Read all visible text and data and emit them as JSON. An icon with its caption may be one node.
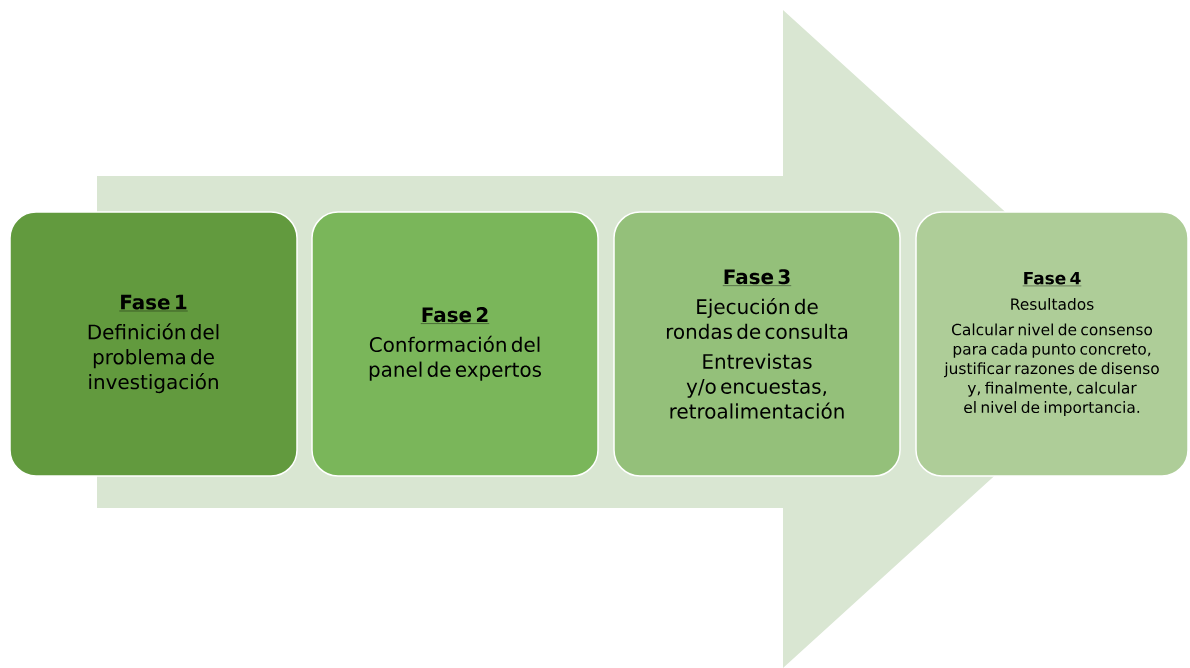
{
  "diagram": {
    "nodes": [
      {
        "text": [
          "Fase 1",
          "Definición del problema de investigación"
        ]
      },
      {
        "text": [
          "Fase 2",
          "Conformación del panel de expertos"
        ]
      },
      {
        "text": [
          "Fase 3",
          "Ejecución de rondas de consulta",
          "Entrevistas y/o encuestas, retroalimentación"
        ]
      },
      {
        "text": [
          "Fase 4",
          "Resultados",
          "Calcular nivel de consenso para cada punto concreto, justificar razones de disenso y, finalmente, calcular el nivel de importancia."
        ]
      }
    ],
    "edges": [
      {
        "from": 0,
        "to": 3,
        "arrow": "to"
      }
    ]
  }
}
